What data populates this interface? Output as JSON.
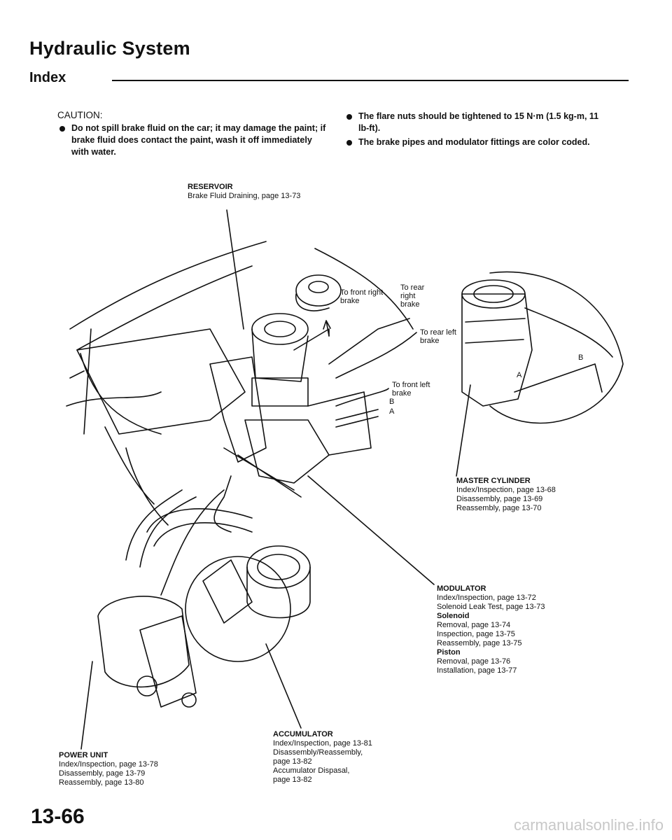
{
  "header": {
    "title": "Hydraulic System",
    "subtitle": "Index"
  },
  "caution": {
    "heading": "CAUTION:",
    "items": [
      "Do not spill brake fluid on the car; it may damage the paint; if brake fluid does contact the paint, wash it off immediately with water."
    ]
  },
  "notes": {
    "items": [
      "The flare nuts should be tightened to 15 N·m (1.5 kg-m, 11 lb-ft).",
      "The brake pipes and modulator fittings are color coded."
    ]
  },
  "callouts": {
    "reservoir": {
      "name": "RESERVOIR",
      "lines": [
        "Brake Fluid Draining, page 13-73"
      ]
    },
    "master_cylinder": {
      "name": "MASTER CYLINDER",
      "lines": [
        "Index/Inspection, page 13-68",
        "Disassembly, page 13-69",
        "Reassembly, page 13-70"
      ]
    },
    "modulator": {
      "name": "MODULATOR",
      "lines": [
        "Index/Inspection, page 13-72",
        "Solenoid Leak Test, page 13-73",
        "Solenoid",
        "Removal, page 13-74",
        "Inspection, page 13-75",
        "Reassembly, page 13-75",
        "Piston",
        "Removal, page 13-76",
        "Installation, page 13-77"
      ]
    },
    "accumulator": {
      "name": "ACCUMULATOR",
      "lines": [
        "Index/Inspection, page 13-81",
        "Disassembly/Reassembly,",
        "page 13-82",
        "Accumulator Dispasal,",
        "page 13-82"
      ]
    },
    "power_unit": {
      "name": "POWER UNIT",
      "lines": [
        "Index/Inspection, page 13-78",
        "Disassembly, page 13-79",
        "Reassembly, page 13-80"
      ]
    }
  },
  "flow_labels": {
    "front_right": "To front right brake",
    "rear_right": "To rear right brake",
    "rear_left": "To rear left brake",
    "front_left": "To front left brake",
    "port_b": "B",
    "port_a": "A",
    "mc_b": "B",
    "mc_a": "A"
  },
  "footer": {
    "page_number": "13-66",
    "watermark": "carmanualsonline.info"
  }
}
